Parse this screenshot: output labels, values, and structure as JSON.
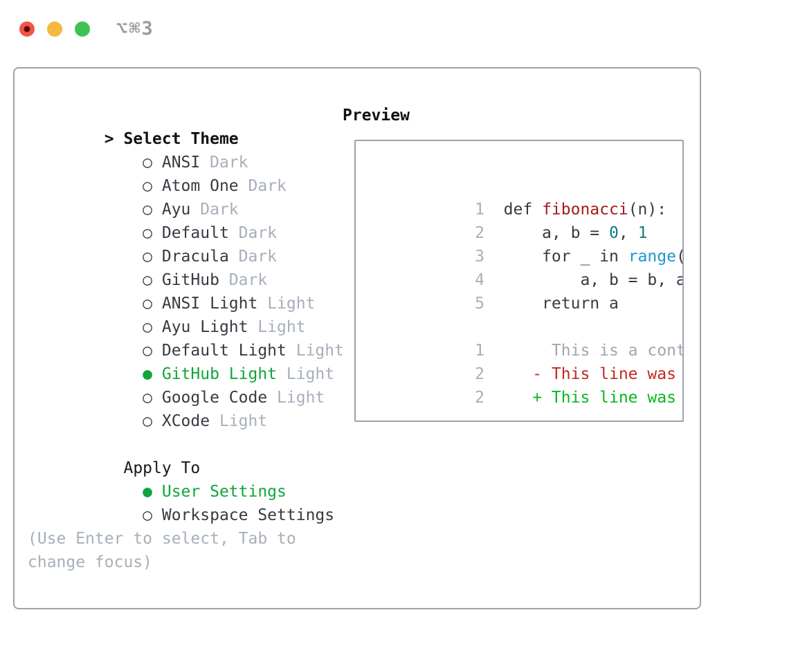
{
  "window": {
    "title": "⌥⌘3"
  },
  "colors": {
    "accent_green": "#12a43b",
    "added_green": "#09b81b",
    "deleted_red": "#c32a1d",
    "function_red": "#a31b1b",
    "number_teal": "#0d7e80",
    "builtin_blue": "#1d96d2",
    "muted_gray": "#a6afba",
    "text_dark": "#363b42",
    "panel_border": "#9aa3ad",
    "traffic_red": "#f2554a",
    "traffic_yellow": "#f5b840",
    "traffic_green": "#3ec353"
  },
  "theme_picker": {
    "cursor": ">",
    "title": "Select Theme",
    "items": [
      {
        "marker": "○",
        "name": "ANSI",
        "variant": "Dark",
        "state": ""
      },
      {
        "marker": "○",
        "name": "Atom One",
        "variant": "Dark",
        "state": ""
      },
      {
        "marker": "○",
        "name": "Ayu",
        "variant": "Dark",
        "state": ""
      },
      {
        "marker": "○",
        "name": "Default",
        "variant": "Dark",
        "state": ""
      },
      {
        "marker": "○",
        "name": "Dracula",
        "variant": "Dark",
        "state": ""
      },
      {
        "marker": "○",
        "name": "GitHub",
        "variant": "Dark",
        "state": ""
      },
      {
        "marker": "○",
        "name": "ANSI Light",
        "variant": "Light",
        "state": ""
      },
      {
        "marker": "○",
        "name": "Ayu Light",
        "variant": "Light",
        "state": ""
      },
      {
        "marker": "○",
        "name": "Default Light",
        "variant": "Light",
        "state": ""
      },
      {
        "marker": "●",
        "name": "GitHub Light",
        "variant": "Light",
        "state": "selected"
      },
      {
        "marker": "○",
        "name": "Google Code",
        "variant": "Light",
        "state": ""
      },
      {
        "marker": "○",
        "name": "XCode",
        "variant": "Light",
        "state": ""
      }
    ],
    "apply_to": {
      "title": "Apply To",
      "options": [
        {
          "marker": "●",
          "label": "User Settings",
          "state": "selected"
        },
        {
          "marker": "○",
          "label": "Workspace Settings",
          "state": ""
        }
      ]
    },
    "hint": "(Use Enter to select, Tab to change focus)"
  },
  "preview": {
    "title": "Preview",
    "code_lines": [
      {
        "num": "1",
        "tokens": [
          {
            "t": "def ",
            "c": "plain"
          },
          {
            "t": "fibonacci",
            "c": "func"
          },
          {
            "t": "(n):",
            "c": "plain"
          }
        ]
      },
      {
        "num": "2",
        "tokens": [
          {
            "t": "    a, b = ",
            "c": "plain"
          },
          {
            "t": "0",
            "c": "num"
          },
          {
            "t": ", ",
            "c": "plain"
          },
          {
            "t": "1",
            "c": "num"
          }
        ]
      },
      {
        "num": "3",
        "tokens": [
          {
            "t": "    for _ in ",
            "c": "plain"
          },
          {
            "t": "range",
            "c": "builtin"
          },
          {
            "t": "(n):",
            "c": "plain"
          }
        ]
      },
      {
        "num": "4",
        "tokens": [
          {
            "t": "        a, b = b, a + b",
            "c": "plain"
          }
        ]
      },
      {
        "num": "5",
        "tokens": [
          {
            "t": "    return a",
            "c": "plain"
          }
        ]
      }
    ],
    "diff_lines": [
      {
        "num": "1",
        "kind": "context",
        "text": "     This is a context line."
      },
      {
        "num": "2",
        "kind": "deleted",
        "text": "   - This line was deleted."
      },
      {
        "num": "2",
        "kind": "added",
        "text": "   + This line was added."
      }
    ]
  }
}
